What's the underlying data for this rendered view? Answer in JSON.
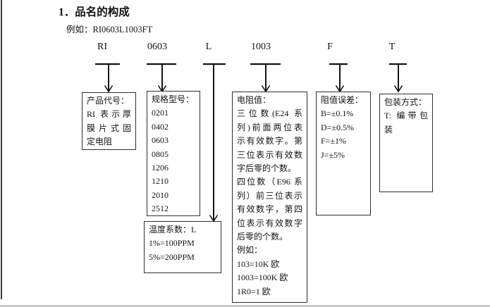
{
  "colors": {
    "text": "#141414",
    "box_border": "#2e2e2e",
    "page_border": "#3d3d3d",
    "background": "#ffffff"
  },
  "header": {
    "title": "1．品名的构成",
    "example": "例如：RI0603L1003FT"
  },
  "part_segments": [
    {
      "code": "RI"
    },
    {
      "code": "0603"
    },
    {
      "code": "L"
    },
    {
      "code": "1003"
    },
    {
      "code": "F"
    },
    {
      "code": "T"
    }
  ],
  "boxes": {
    "product_code": {
      "lines": [
        "产品代号：",
        "RI 表示厚",
        "膜片式固",
        "定电阻"
      ]
    },
    "spec_model": {
      "lines": [
        "规格型号：",
        "0201",
        "0402",
        "0603",
        "0805",
        "1206",
        "1210",
        "2010",
        "2512"
      ]
    },
    "temperature_coefficient": {
      "lines": [
        "温度系数：L",
        "1%=100PPM",
        "5%=200PPM"
      ]
    },
    "resistance_value": {
      "lines": [
        "电阻值：",
        "三位数(E24 系",
        "列)前面两位表",
        "示有效数字。第",
        "三位表示有效数",
        "字后零的个数。",
        "四位数（E96 系",
        "列）前三位表示",
        "有效数字，第四",
        "位表示有效数字",
        "后零的个数。",
        "例如：",
        "103=10K 欧",
        "1003=100K 欧",
        "1R0=1 欧"
      ]
    },
    "tolerance": {
      "lines": [
        "阻值误差：",
        "B=±0.1%",
        "D=±0.5%",
        "F=±1%",
        "J=±5%"
      ]
    },
    "packaging": {
      "lines": [
        "包装方式：",
        "T: 编带包",
        "装"
      ]
    }
  }
}
